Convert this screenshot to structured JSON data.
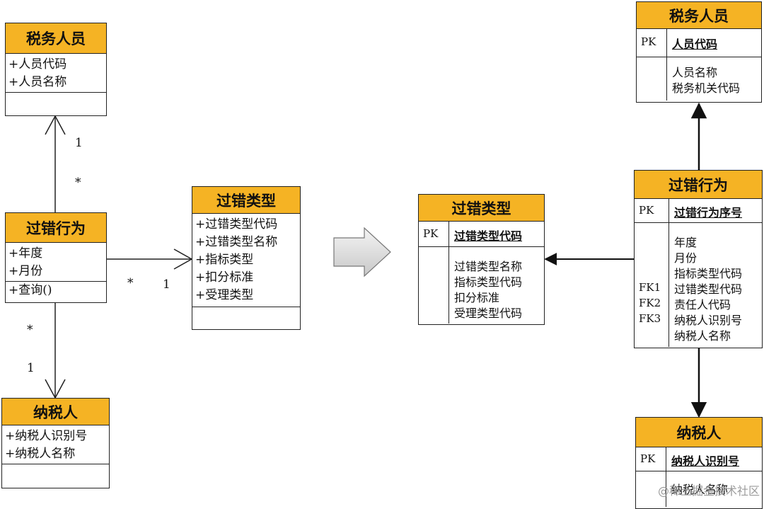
{
  "uml": {
    "staff": {
      "title": "税务人员",
      "attrs": [
        "+人员代码",
        "+人员名称"
      ]
    },
    "behavior": {
      "title": "过错行为",
      "attrs": [
        "+年度",
        "+月份"
      ],
      "methods": [
        "+查询()"
      ]
    },
    "taxpayer": {
      "title": "纳税人",
      "attrs": [
        "+纳税人识别号",
        "+纳税人名称"
      ]
    },
    "errtype": {
      "title": "过错类型",
      "attrs": [
        "+过错类型代码",
        "+过错类型名称",
        "+指标类型",
        "+扣分标准",
        "+受理类型"
      ]
    },
    "mult": {
      "staff_one": "1",
      "staff_many": "*",
      "err_many": "*",
      "err_one": "1",
      "tax_many": "*",
      "tax_one": "1"
    }
  },
  "er": {
    "staff": {
      "title": "税务人员",
      "pk_label": "PK",
      "pk": "人员代码",
      "attrs": [
        "人员名称",
        "税务机关代码"
      ]
    },
    "errtype": {
      "title": "过错类型",
      "pk_label": "PK",
      "pk": "过错类型代码",
      "attrs": [
        "过错类型名称",
        "指标类型代码",
        "扣分标准",
        "受理类型代码"
      ]
    },
    "behavior": {
      "title": "过错行为",
      "pk_label": "PK",
      "pk": "过错行为序号",
      "attrs": [
        "年度",
        "月份",
        "指标类型代码",
        "过错类型代码",
        "责任人代码",
        "纳税人识别号",
        "纳税人名称"
      ],
      "fk": [
        "FK1",
        "FK2",
        "FK3"
      ]
    },
    "taxpayer": {
      "title": "纳税人",
      "pk_label": "PK",
      "pk": "纳税人识别号",
      "attrs": [
        "纳税人名称"
      ]
    }
  },
  "watermark": "@稀土掘金技术社区"
}
